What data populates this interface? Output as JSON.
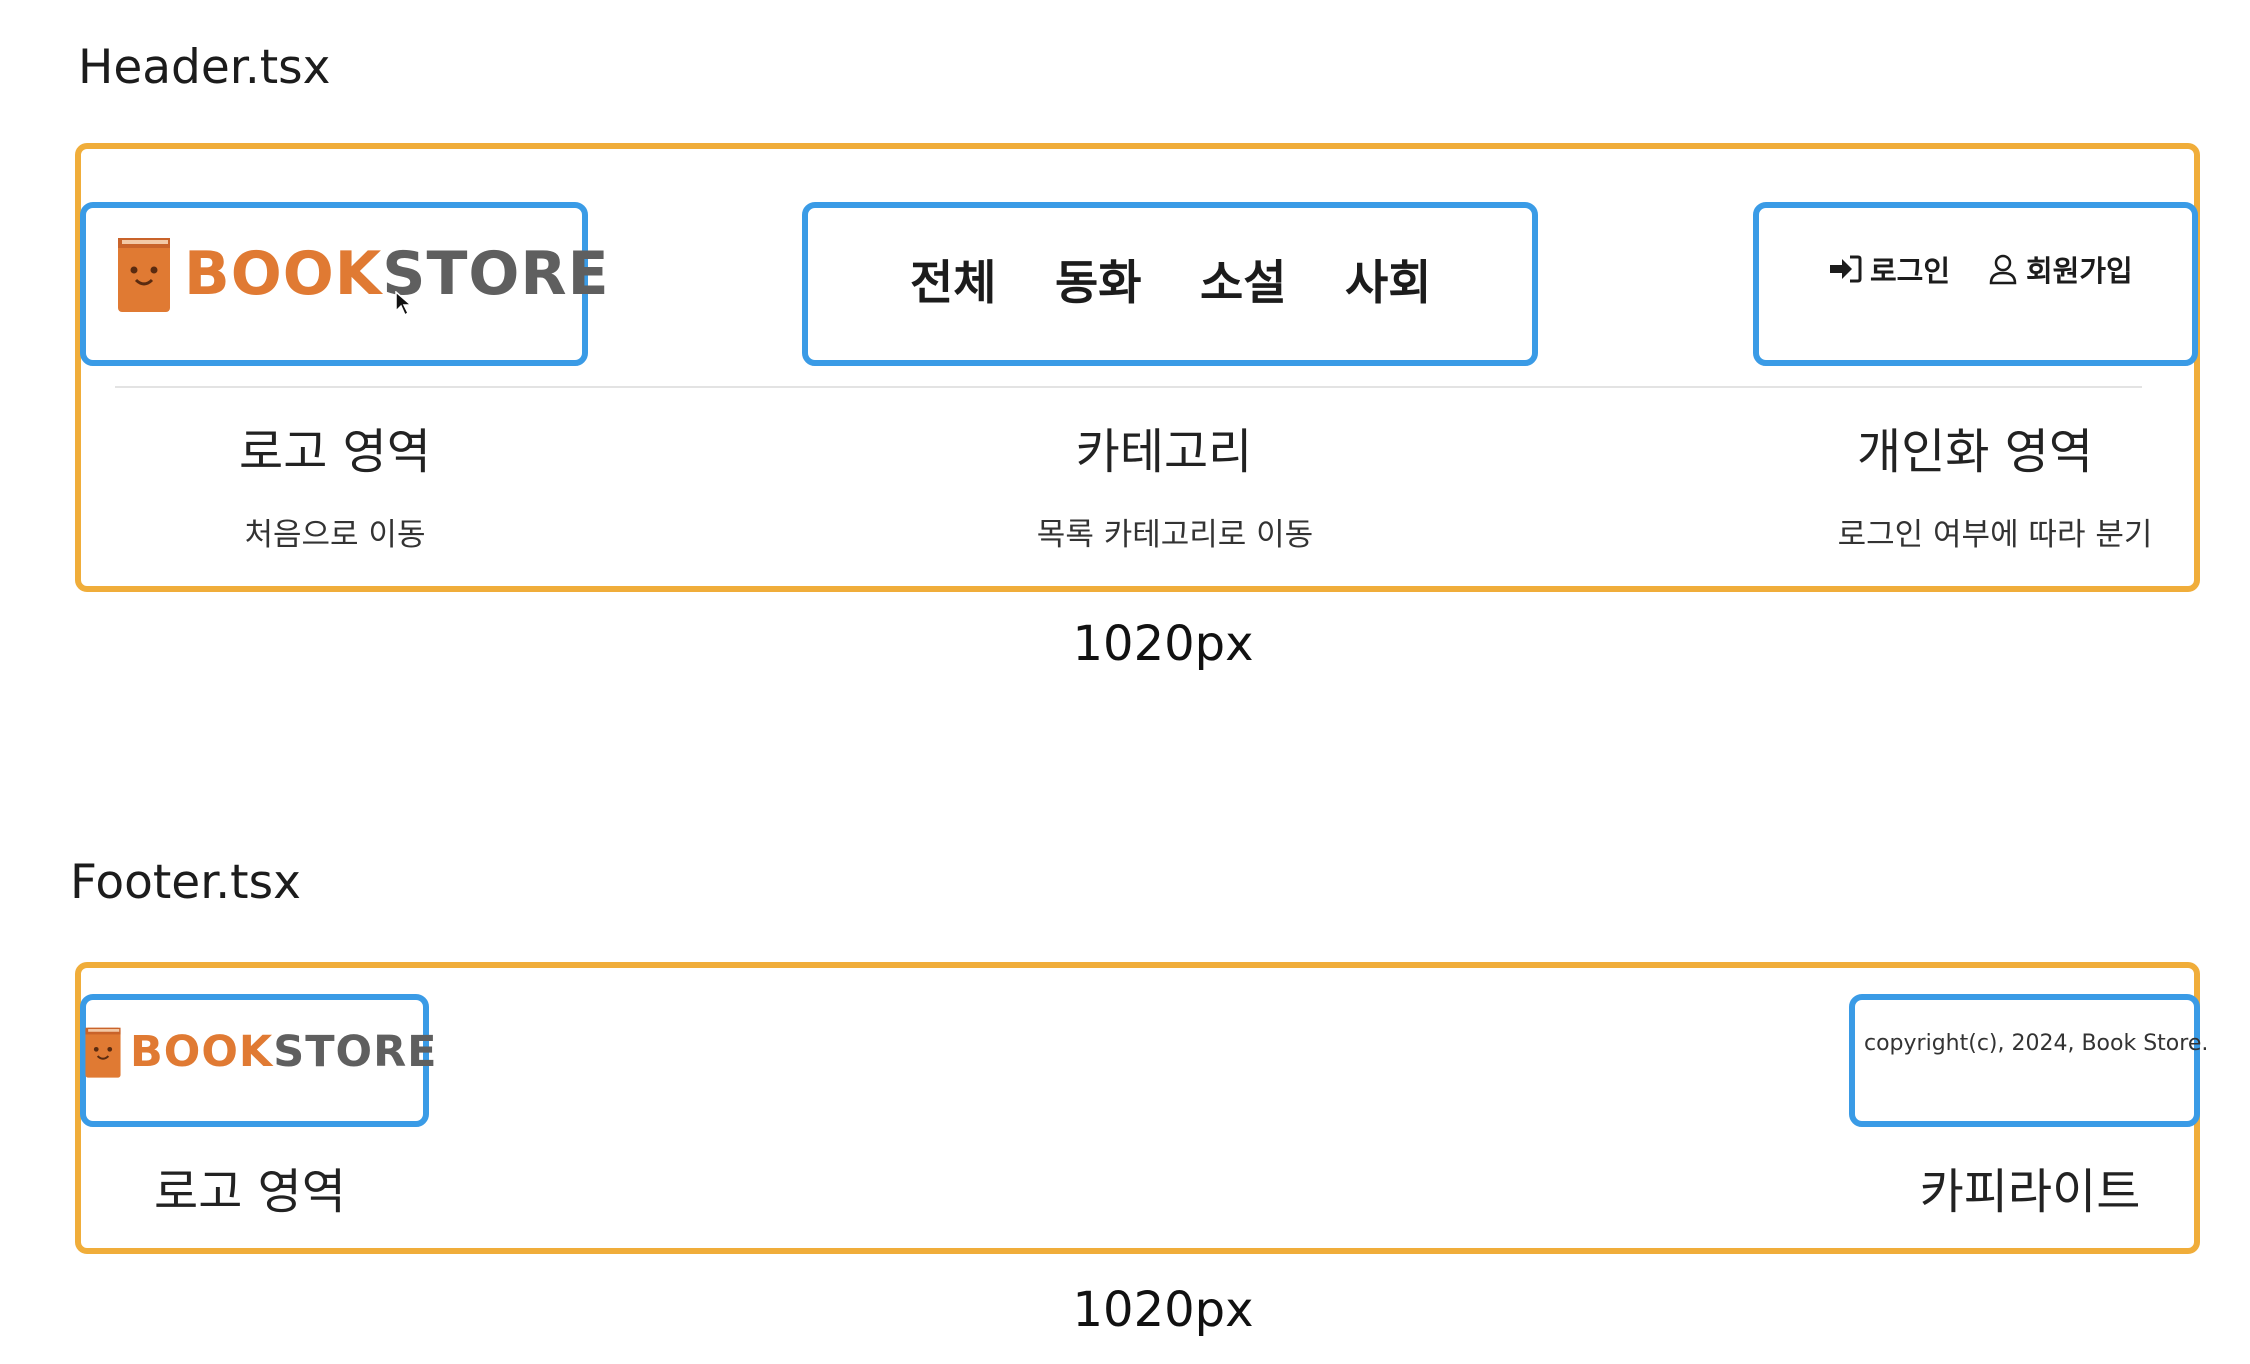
{
  "header": {
    "file_label": "Header.tsx",
    "logo": {
      "brand_part1": "BOOK",
      "brand_part2": "STORE",
      "icon": "book-face-icon"
    },
    "categories": [
      "전체",
      "동화",
      "소설",
      "사회"
    ],
    "auth": {
      "login_label": "로그인",
      "login_icon": "sign-in-icon",
      "signup_label": "회원가입",
      "signup_icon": "user-icon"
    },
    "sections": [
      {
        "title": "로고 영역",
        "desc": "처음으로 이동"
      },
      {
        "title": "카테고리",
        "desc": "목록 카테고리로 이동"
      },
      {
        "title": "개인화 영역",
        "desc": "로그인 여부에 따라 분기"
      }
    ],
    "width_label": "1020px"
  },
  "footer": {
    "file_label": "Footer.tsx",
    "logo": {
      "brand_part1": "BOOK",
      "brand_part2": "STORE",
      "icon": "book-face-icon"
    },
    "copyright": "copyright(c), 2024, Book Store.",
    "sections": [
      {
        "title": "로고 영역"
      },
      {
        "title": "카피라이트"
      }
    ],
    "width_label": "1020px"
  },
  "colors": {
    "frame": "#f0ad3a",
    "box": "#3a9be6",
    "brand_orange": "#e07a33",
    "brand_gray": "#5f5f5f"
  }
}
